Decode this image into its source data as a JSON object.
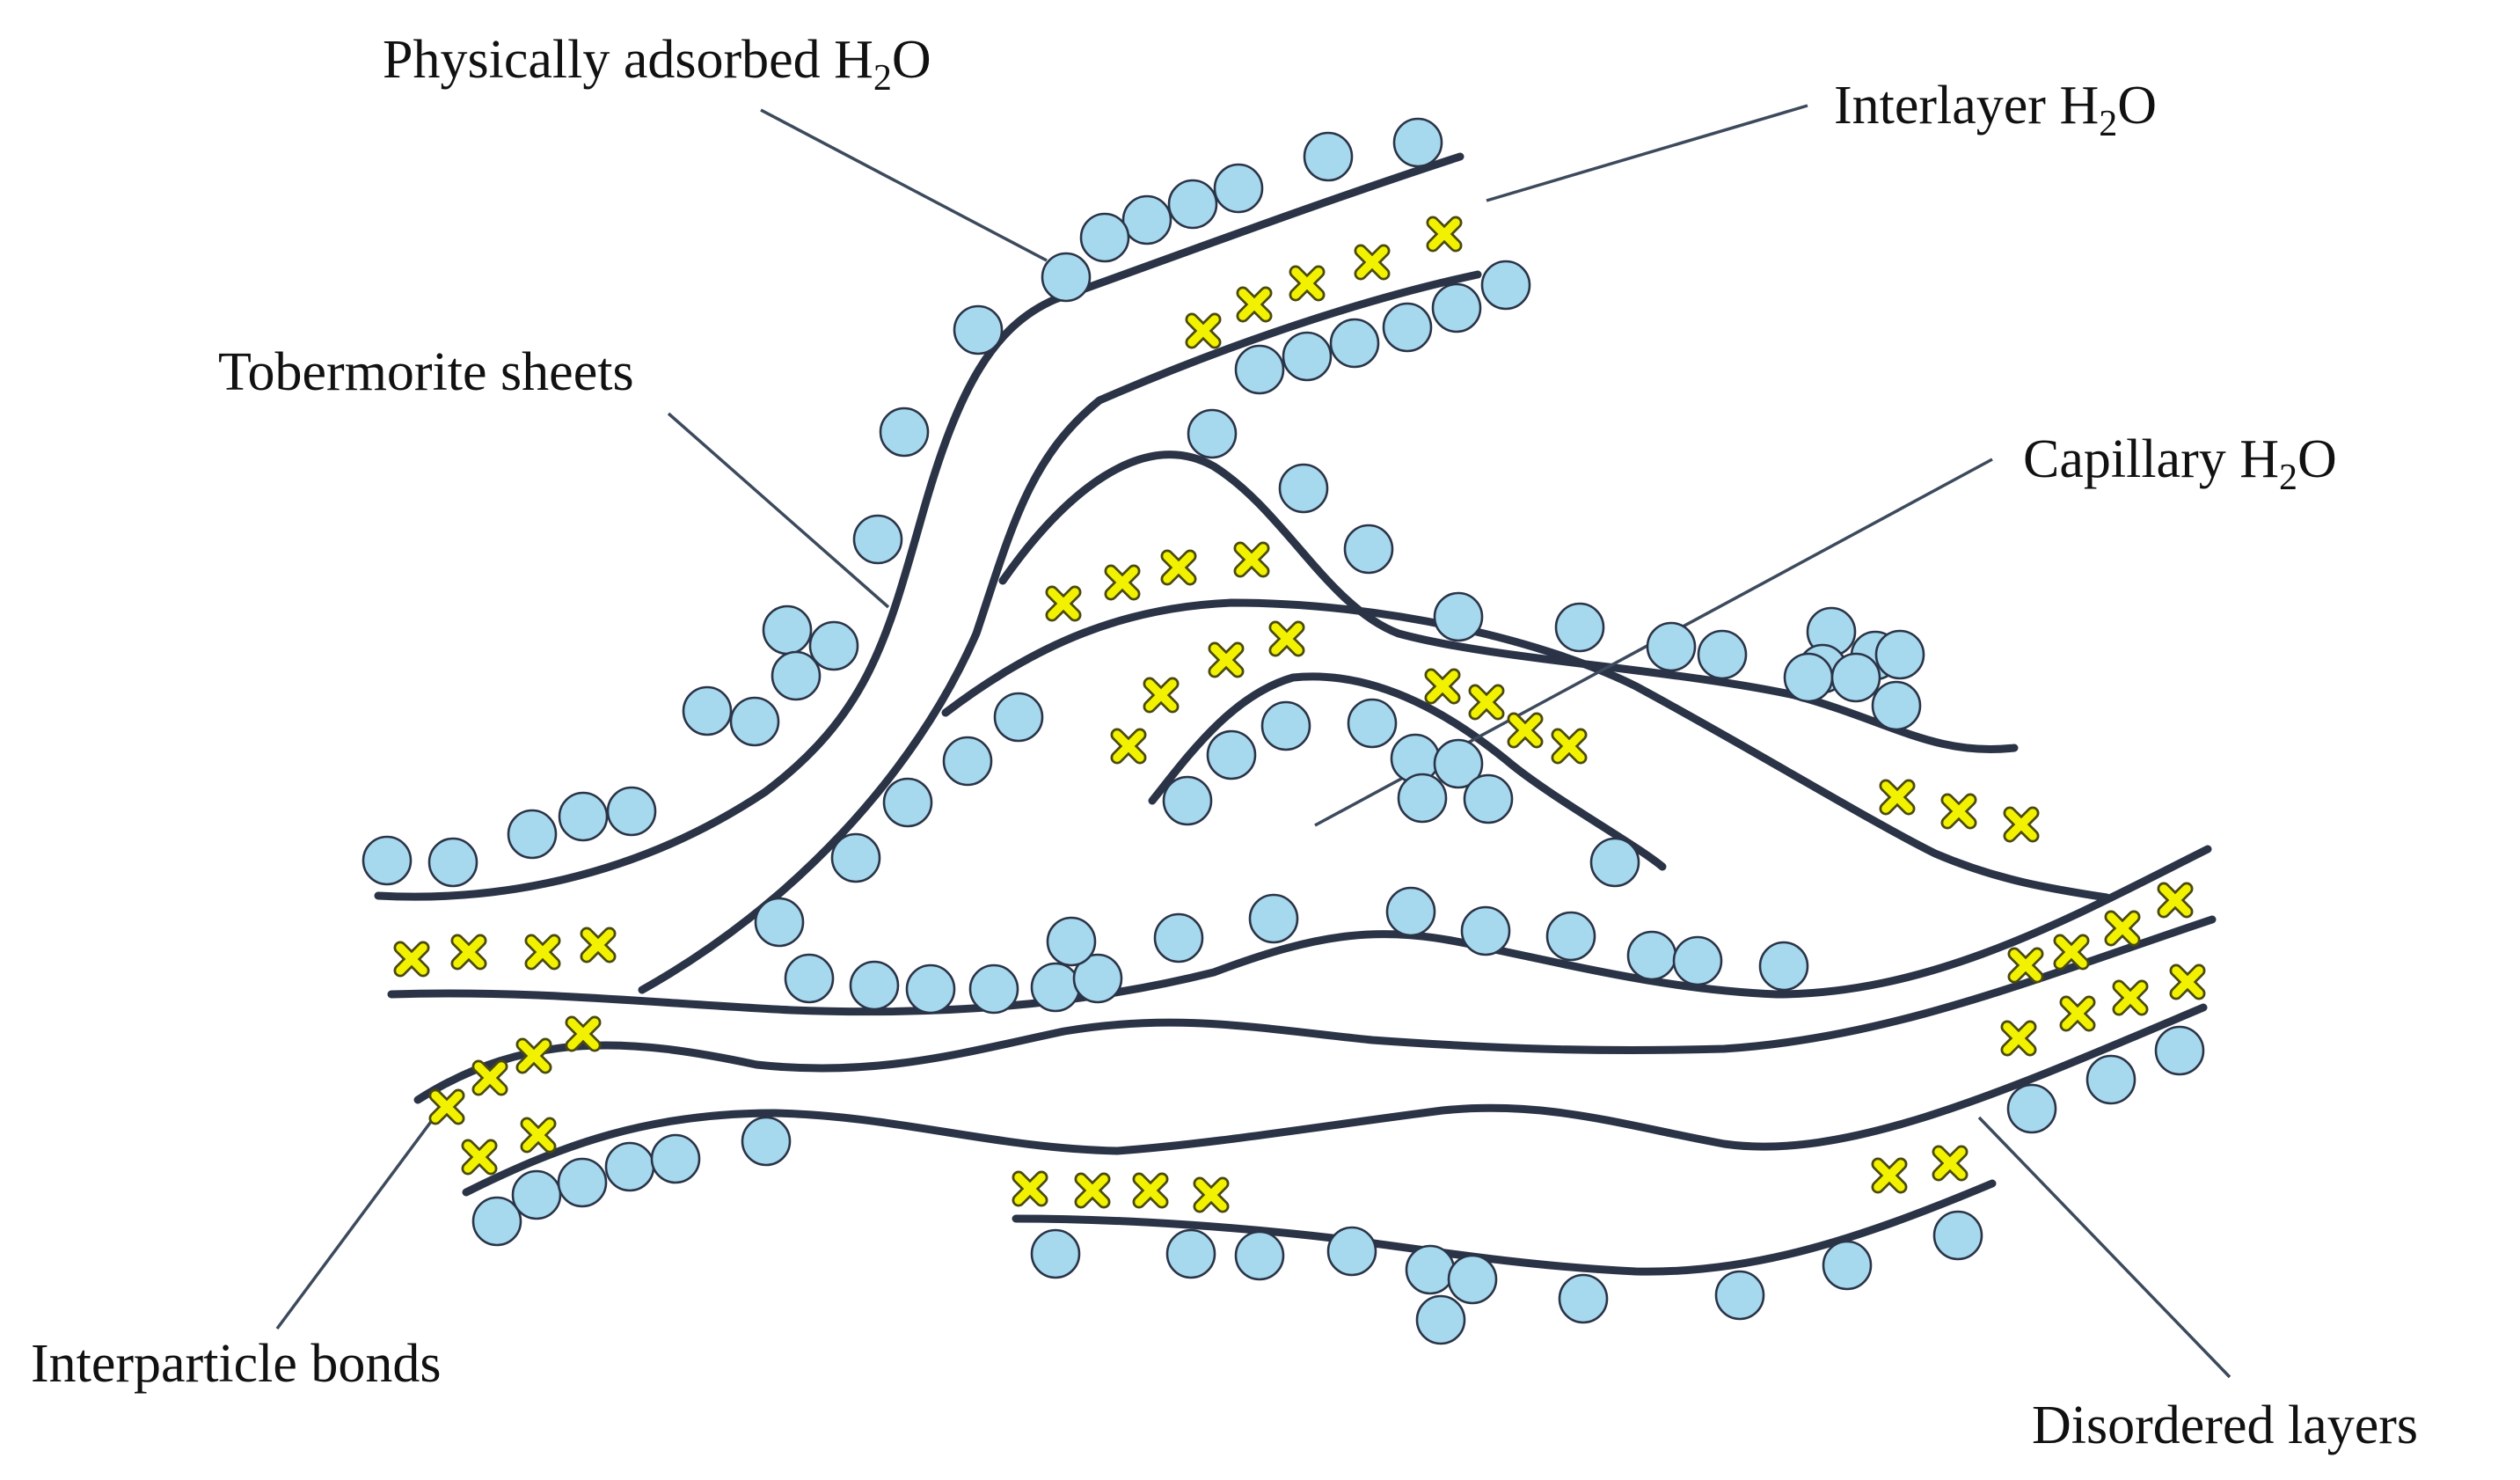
{
  "labels": {
    "physically_adsorbed": {
      "text": "Physically adsorbed H",
      "sub": "2",
      "tail": "O"
    },
    "interlayer": {
      "text": "Interlayer H",
      "sub": "2",
      "tail": "O"
    },
    "tobermorite": {
      "text": "Tobermorite sheets"
    },
    "capillary": {
      "text": "Capillary H",
      "sub": "2",
      "tail": "O"
    },
    "interparticle": {
      "text": "Interparticle bonds"
    },
    "disordered": {
      "text": "Disordered layers"
    }
  },
  "colors": {
    "sheet": "#2b3447",
    "water_molecule": "#a6d8ee",
    "interlayer_ion": "#f2f200",
    "leader_line": "#3c4a5c"
  },
  "icons": {
    "water_molecule": "circle",
    "interlayer_ion": "cross"
  }
}
